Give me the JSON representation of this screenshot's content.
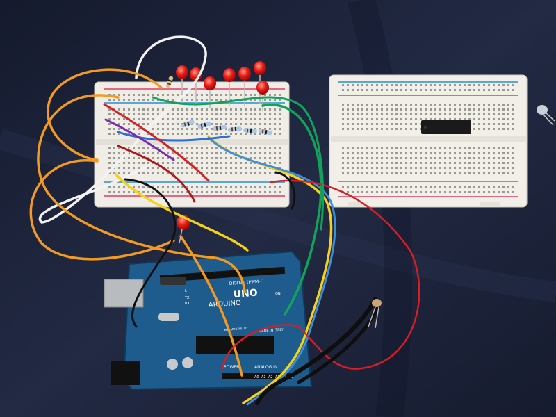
{
  "photo": {
    "arduino": {
      "brand": "ARDUINO",
      "model": "UNO",
      "digital_label": "DIGITAL (PWM~)",
      "power_label": "POWER",
      "analog_label": "ANALOG IN",
      "made_in": "MADE IN ITALY",
      "url": "WWW.ARDUINO.CC",
      "led_labels": [
        "L",
        "TX",
        "RX",
        "ON"
      ],
      "analog_pins": [
        "A0",
        "A1",
        "A2",
        "A3",
        "A4",
        "A5"
      ]
    }
  }
}
